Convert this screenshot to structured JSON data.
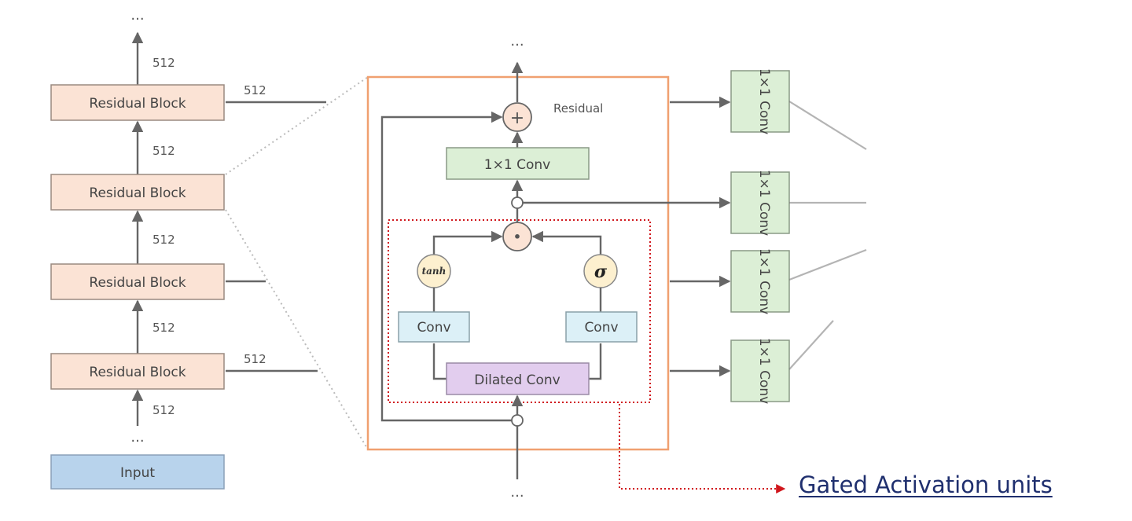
{
  "left_stack": {
    "top_ellipsis": "...",
    "blocks": [
      "Residual Block",
      "Residual Block",
      "Residual Block",
      "Residual Block"
    ],
    "input_label": "Input",
    "bottom_ellipsis": "...",
    "dims": [
      "512",
      "512",
      "512",
      "512",
      "512"
    ],
    "side_dims": [
      "512",
      "512"
    ]
  },
  "detail": {
    "top_ellipsis": "...",
    "bottom_ellipsis": "...",
    "residual_label": "Residual",
    "plus_symbol": "+",
    "dot_symbol": "•",
    "conv1x1_label": "1×1 Conv",
    "tanh_label": "tanh",
    "sigma_label": "σ",
    "conv_left": "Conv",
    "conv_right": "Conv",
    "dilated_label": "Dilated Conv"
  },
  "skip_convs": [
    "1×1 Conv",
    "1×1 Conv",
    "1×1 Conv",
    "1×1 Conv"
  ],
  "callout": {
    "label": "Gated Activation units"
  },
  "colors": {
    "residual_fill": "#fbe3d5",
    "residual_border": "#9a8a80",
    "input_fill": "#b8d3ec",
    "green_fill": "#dcefd6",
    "dilated_fill": "#e2cdee",
    "conv_fill": "#dcf0f7",
    "outline_orange": "#f0a070",
    "callout_red": "#d0161c"
  }
}
